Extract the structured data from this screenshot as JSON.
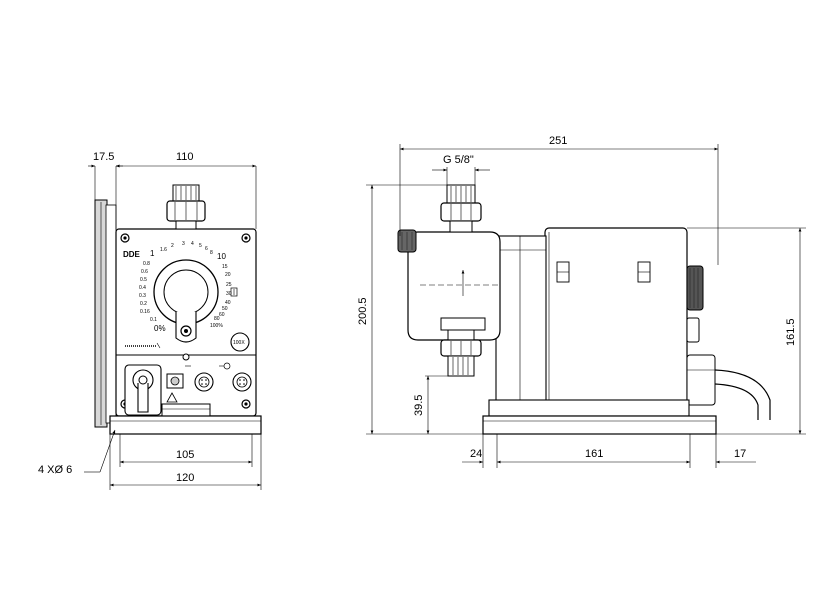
{
  "front_view": {
    "model_label": "DDE",
    "dims": {
      "offset": "17.5",
      "width_top": "110",
      "base_width": "105",
      "total_width": "120",
      "holes": "4 XØ 6"
    },
    "dial": {
      "left_scale": [
        "1",
        "0.8",
        "0.6",
        "0.5",
        "0.4",
        "0.3",
        "0.2",
        "0.16",
        "0.1",
        "0%"
      ],
      "top_scale": [
        "1.6",
        "2",
        "3",
        "4",
        "5",
        "6",
        "8",
        "10"
      ],
      "right_scale": [
        "15",
        "20",
        "25",
        "30",
        "40",
        "50",
        "60",
        "80",
        "100%"
      ],
      "button_label": "100X"
    }
  },
  "side_view": {
    "dims": {
      "overall_length": "251",
      "connection": "G 5/8\"",
      "total_height": "200.5",
      "body_height": "161.5",
      "inlet_height": "39.5",
      "left_offset": "24",
      "mount_spacing": "161",
      "right_offset": "17"
    }
  }
}
